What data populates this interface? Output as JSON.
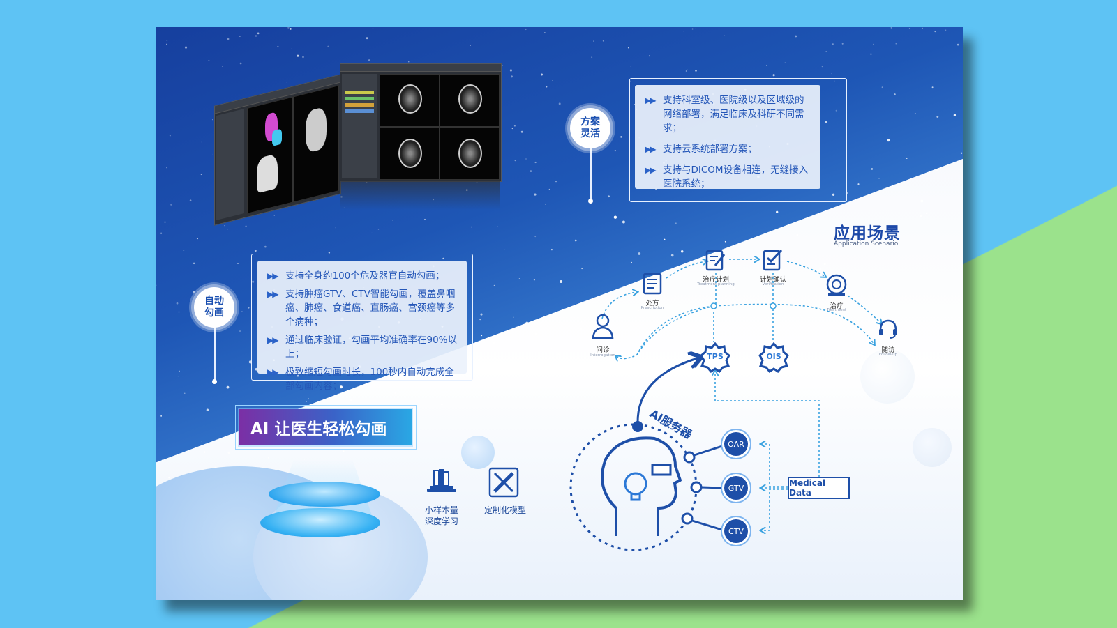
{
  "mockup": {
    "window_title": "Software"
  },
  "flexible_plan": {
    "badge": [
      "方案",
      "灵活"
    ],
    "items": [
      "支持科室级、医院级以及区域级的网络部署，满足临床及科研不同需求；",
      "支持云系统部署方案；",
      "支持与DICOM设备相连，无缝接入医院系统；"
    ]
  },
  "auto_contour": {
    "badge": [
      "自动",
      "勾画"
    ],
    "items": [
      "支持全身约100个危及器官自动勾画；",
      "支持肿瘤GTV、CTV智能勾画，覆盖鼻咽癌、肺癌、食道癌、直肠癌、宫颈癌等多个病种；",
      "通过临床验证，勾画平均准确率在90%以上；",
      "极致缩短勾画时长，100秒内自动完成全部勾画内容；"
    ]
  },
  "slogan": "AI 让医生轻松勾画",
  "features": [
    {
      "icon": "books-on-laptop-icon",
      "label": "小样本量\n深度学习"
    },
    {
      "icon": "pencil-ruler-icon",
      "label": "定制化模型"
    }
  ],
  "scenario": {
    "title": "应用场景",
    "subtitle": "Application Scenario",
    "nodes": [
      {
        "id": "interrogation",
        "cn": "问诊",
        "en": "Interrogation"
      },
      {
        "id": "prescription",
        "cn": "处方",
        "en": "Prescription"
      },
      {
        "id": "planning",
        "cn": "治疗计划",
        "en": "Treatment planning"
      },
      {
        "id": "verification",
        "cn": "计划确认",
        "en": "Verification"
      },
      {
        "id": "treatment",
        "cn": "治疗",
        "en": "Treatment"
      },
      {
        "id": "followup",
        "cn": "随访",
        "en": "Follow-up"
      }
    ],
    "gears": [
      "TPS",
      "OIS"
    ],
    "ai_server": "AI服务器",
    "outputs": [
      "OAR",
      "GTV",
      "CTV"
    ],
    "medical_data": "Medical Data"
  },
  "colors": {
    "primary": "#1e4fa8",
    "accent": "#2b78d6",
    "bg_outer_blue": "#5ec3f4",
    "bg_outer_green": "#9be28c"
  }
}
